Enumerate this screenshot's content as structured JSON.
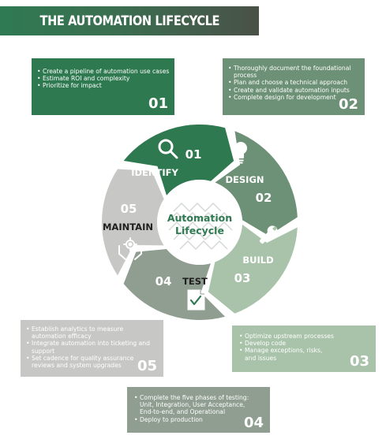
{
  "title": "THE AUTOMATION LIFECYCLE",
  "center": {
    "line1": "Automation",
    "line2": "Lifecycle"
  },
  "segments": [
    {
      "num": "01",
      "label": "IDENTIFY",
      "icon": "magnifier-icon",
      "color": "#2f7950"
    },
    {
      "num": "02",
      "label": "DESIGN",
      "icon": "lightbulb-icon",
      "color": "#6d9176"
    },
    {
      "num": "03",
      "label": "BUILD",
      "icon": "wrench-icon",
      "color": "#a9c3aa"
    },
    {
      "num": "04",
      "label": "TEST",
      "icon": "checklist-icon",
      "color": "#8f9e91"
    },
    {
      "num": "05",
      "label": "MAINTAIN",
      "icon": "hands-gear-icon",
      "color": "#c7c8c6"
    }
  ],
  "boxes": [
    {
      "num": "01",
      "items": [
        "Create a pipeline of automation use cases",
        "Estimate ROI and complexity",
        "Prioritize for impact"
      ]
    },
    {
      "num": "02",
      "items": [
        "Thoroughly document the foundational process",
        "Plan and choose a technical approach",
        "Create and validate automation inputs",
        "Complete design for development"
      ]
    },
    {
      "num": "03",
      "items": [
        "Optimize upstream processes",
        "Develop code",
        "Manage exceptions, risks, and issues"
      ]
    },
    {
      "num": "04",
      "items": [
        "Complete the five phases of testing: Unit, Integration, User Acceptance, End-to-end, and Operational",
        "Deploy to production"
      ]
    },
    {
      "num": "05",
      "items": [
        "Establish analytics to measure automation efficacy",
        "Integrate automation into ticketing and support",
        "Set cadence for quality assurance reviews and system upgrades"
      ]
    }
  ]
}
